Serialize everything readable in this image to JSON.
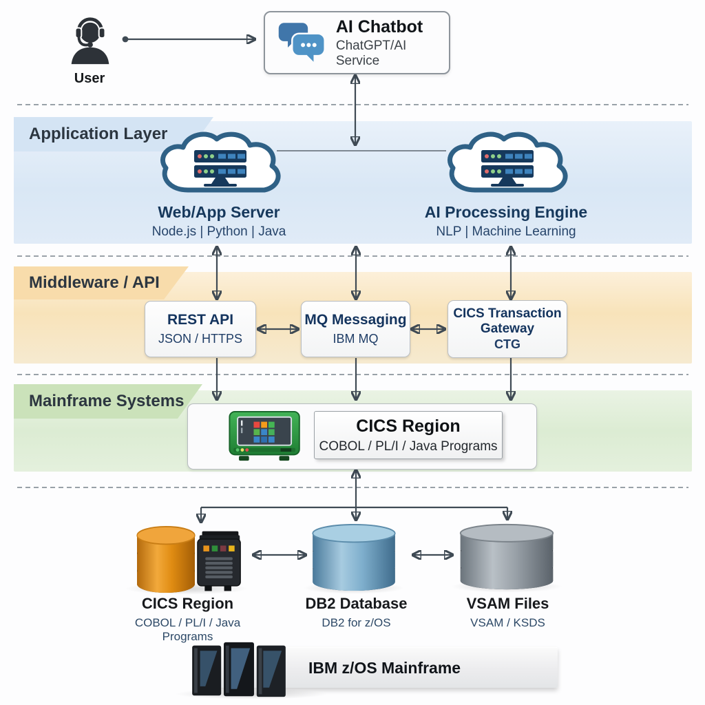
{
  "user": {
    "label": "User"
  },
  "chatbot": {
    "title": "AI Chatbot",
    "subtitle": "ChatGPT/AI Service"
  },
  "application_layer": {
    "label": "Application Layer",
    "web_server": {
      "title": "Web/App Server",
      "subtitle": "Node.js | Python | Java"
    },
    "ai_engine": {
      "title": "AI Processing Engine",
      "subtitle": "NLP | Machine Learning"
    }
  },
  "middleware_layer": {
    "label": "Middleware / API",
    "rest_api": {
      "title": "REST API",
      "subtitle": "JSON / HTTPS"
    },
    "mq": {
      "title": "MQ Messaging",
      "subtitle": "IBM MQ"
    },
    "ctg": {
      "title": "CICS Transaction Gateway",
      "subtitle": "CTG"
    }
  },
  "mainframe_layer": {
    "label": "Mainframe Systems",
    "cics": {
      "title": "CICS Region",
      "subtitle": "COBOL / PL/I / Java Programs"
    }
  },
  "datastores": {
    "cics_db": {
      "title": "CICS Region",
      "subtitle": "COBOL / PL/I / Java Programs"
    },
    "db2": {
      "title": "DB2 Database",
      "subtitle": "DB2 for z/OS"
    },
    "vsam": {
      "title": "VSAM Files",
      "subtitle": "VSAM / KSDS"
    }
  },
  "footer": {
    "title": "IBM z/OS Mainframe"
  },
  "colors": {
    "arrow": "#3f4a54",
    "layer_blue": "#d9e7f5",
    "layer_orange": "#f8e3ba",
    "layer_green": "#dcecd3",
    "chat_bubble_blue": "#4f93c6",
    "navy_text": "#16385c",
    "db_orange": "#e8941c",
    "db_blue": "#7fafcd",
    "db_gray": "#98a0a7",
    "terminal_green": "#2e9e43"
  }
}
